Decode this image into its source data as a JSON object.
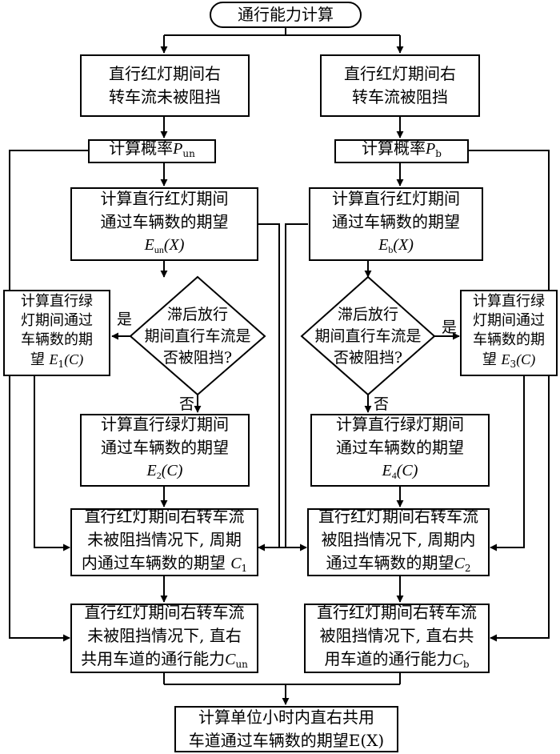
{
  "start": "通行能力计算",
  "left": {
    "case": [
      "直行红灯期间右",
      "转车流未被阻挡"
    ],
    "prob_text": "计算概率",
    "prob_var": "P",
    "prob_sub": "un",
    "red_exp": [
      "计算直行红灯期间",
      "通过车辆数的期望"
    ],
    "red_exp_var": "E",
    "red_exp_sub": "un",
    "red_exp_arg": "(X)",
    "decision": [
      "滞后放行",
      "期间直行车流是",
      "否被阻挡?"
    ],
    "yes_label": "是",
    "no_label": "否",
    "yes_box": [
      "计算直行绿",
      "灯期间通过",
      "车辆数的期"
    ],
    "yes_box_last": "望 ",
    "yes_var": "E",
    "yes_sub": "1",
    "yes_arg": "(C)",
    "no_box": [
      "计算直行绿灯期间",
      "通过车辆数的期望"
    ],
    "no_var": "E",
    "no_sub": "2",
    "no_arg": "(C)",
    "cycle": [
      "直行红灯期间右转车流",
      "未被阻挡情况下, 周期"
    ],
    "cycle_last": "内通过车辆数的期望 ",
    "cycle_var": "C",
    "cycle_sub": "1",
    "capacity": [
      "直行红灯期间右转车流",
      "未被阻挡情况下, 直右"
    ],
    "capacity_last": "共用车道的通行能力",
    "capacity_var": "C",
    "capacity_sub": "un"
  },
  "right": {
    "case": [
      "直行红灯期间右",
      "转车流被阻挡"
    ],
    "prob_text": "计算概率",
    "prob_var": "P",
    "prob_sub": "b",
    "red_exp": [
      "计算直行红灯期间",
      "通过车辆数的期望"
    ],
    "red_exp_var": "E",
    "red_exp_sub": "b",
    "red_exp_arg": "(X)",
    "decision": [
      "滞后放行",
      "期间直行车流是",
      "否被阻挡?"
    ],
    "yes_label": "是",
    "no_label": "否",
    "yes_box": [
      "计算直行绿",
      "灯期间通过",
      "车辆数的期"
    ],
    "yes_box_last": "望 ",
    "yes_var": "E",
    "yes_sub": "3",
    "yes_arg": "(C)",
    "no_box": [
      "计算直行绿灯期间",
      "通过车辆数的期望"
    ],
    "no_var": "E",
    "no_sub": "4",
    "no_arg": "(C)",
    "cycle": [
      "直行红灯期间右转车流",
      "被阻挡情况下, 周期内"
    ],
    "cycle_last": "通过车辆数的期望",
    "cycle_var": "C",
    "cycle_sub": "2",
    "capacity": [
      "直行红灯期间右转车流",
      "被阻挡情况下, 直右共"
    ],
    "capacity_last": "用车道的通行能力",
    "capacity_var": "C",
    "capacity_sub": "b"
  },
  "final": [
    "计算单位小时内直右共用",
    "车道通过车辆数的期望E(X)"
  ]
}
